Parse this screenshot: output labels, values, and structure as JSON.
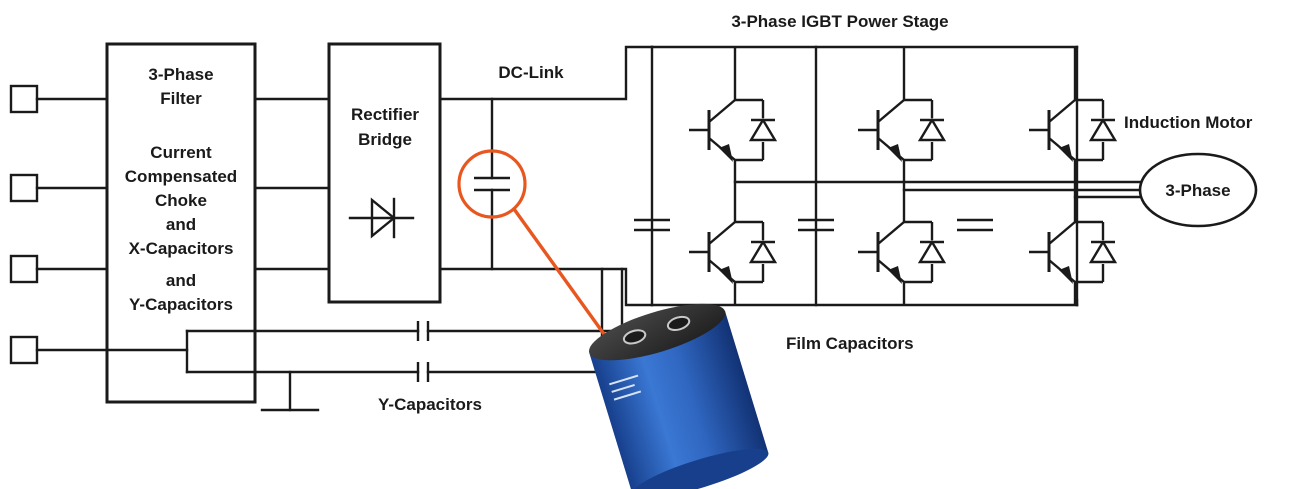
{
  "labels": {
    "filter_line1": "3-Phase",
    "filter_line2": "Filter",
    "filter_line3": "Current",
    "filter_line4": "Compensated",
    "filter_line5": "Choke",
    "filter_line6": "and",
    "filter_line7": "X-Capacitors",
    "filter_line8": "and",
    "filter_line9": "Y-Capacitors",
    "rectifier_line1": "Rectifier",
    "rectifier_line2": "Bridge",
    "dc_link": "DC-Link",
    "power_stage": "3-Phase IGBT Power Stage",
    "induction_motor": "Induction Motor",
    "motor_phase": "3-Phase",
    "film_capacitors": "Film Capacitors",
    "y_capacitors": "Y-Capacitors"
  },
  "colors": {
    "wire": "#1a1a1a",
    "highlight": "#e8571f",
    "capacitor_body": "#2f66c0",
    "capacitor_top": "#3a3a3a"
  },
  "icons": [
    "input-terminal-icon",
    "diode-icon",
    "igbt-icon",
    "capacitor-icon",
    "ground-icon",
    "film-capacitor-image"
  ]
}
